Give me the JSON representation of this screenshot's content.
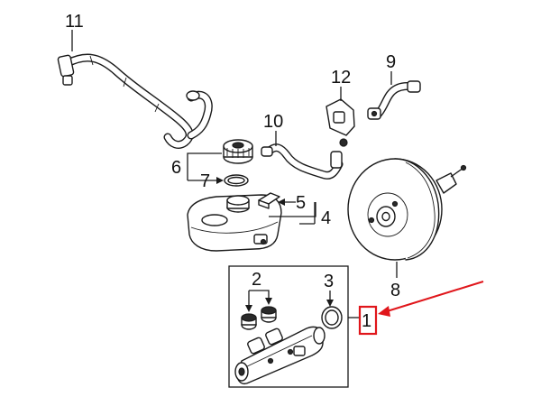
{
  "diagram": {
    "callouts": [
      {
        "id": "11",
        "label": "11"
      },
      {
        "id": "12",
        "label": "12"
      },
      {
        "id": "9",
        "label": "9"
      },
      {
        "id": "10",
        "label": "10"
      },
      {
        "id": "6",
        "label": "6"
      },
      {
        "id": "7",
        "label": "7"
      },
      {
        "id": "5",
        "label": "5"
      },
      {
        "id": "4",
        "label": "4"
      },
      {
        "id": "8",
        "label": "8"
      },
      {
        "id": "2",
        "label": "2"
      },
      {
        "id": "3",
        "label": "3"
      },
      {
        "id": "1",
        "label": "1"
      }
    ],
    "colors": {
      "line": "#1a1a1a",
      "highlight": "#e0161b",
      "background": "#ffffff"
    },
    "highlighted_part": "1"
  }
}
